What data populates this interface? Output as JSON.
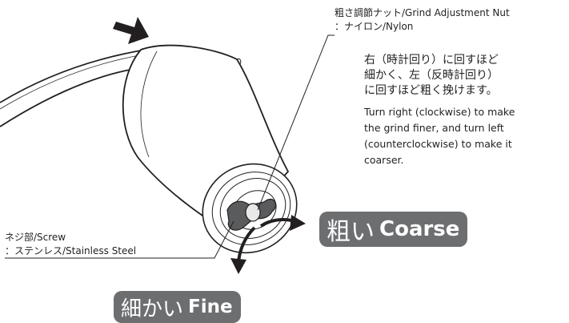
{
  "nut_label": {
    "line1": "粗さ調節ナット/Grind Adjustment Nut",
    "line2": "：ナイロン/Nylon"
  },
  "screw_label": {
    "line1": "ネジ部/Screw",
    "line2": "：ステンレス/Stainless Steel"
  },
  "description_ja": [
    "右（時計回り）に回すほど",
    "細かく、左（反時計回り）",
    "に回すほど粗く挽けます。"
  ],
  "description_en": [
    "Turn right (clockwise) to make",
    "the grind finer, and turn left",
    "(counterclockwise) to make it",
    "coarser."
  ],
  "coarse": {
    "ja": "粗い",
    "en": "Coarse"
  },
  "fine": {
    "ja": "細かい",
    "en": "Fine"
  },
  "colors": {
    "pill": "#6d6e70",
    "ink": "#231f20",
    "nut": "#5a5b5d"
  }
}
